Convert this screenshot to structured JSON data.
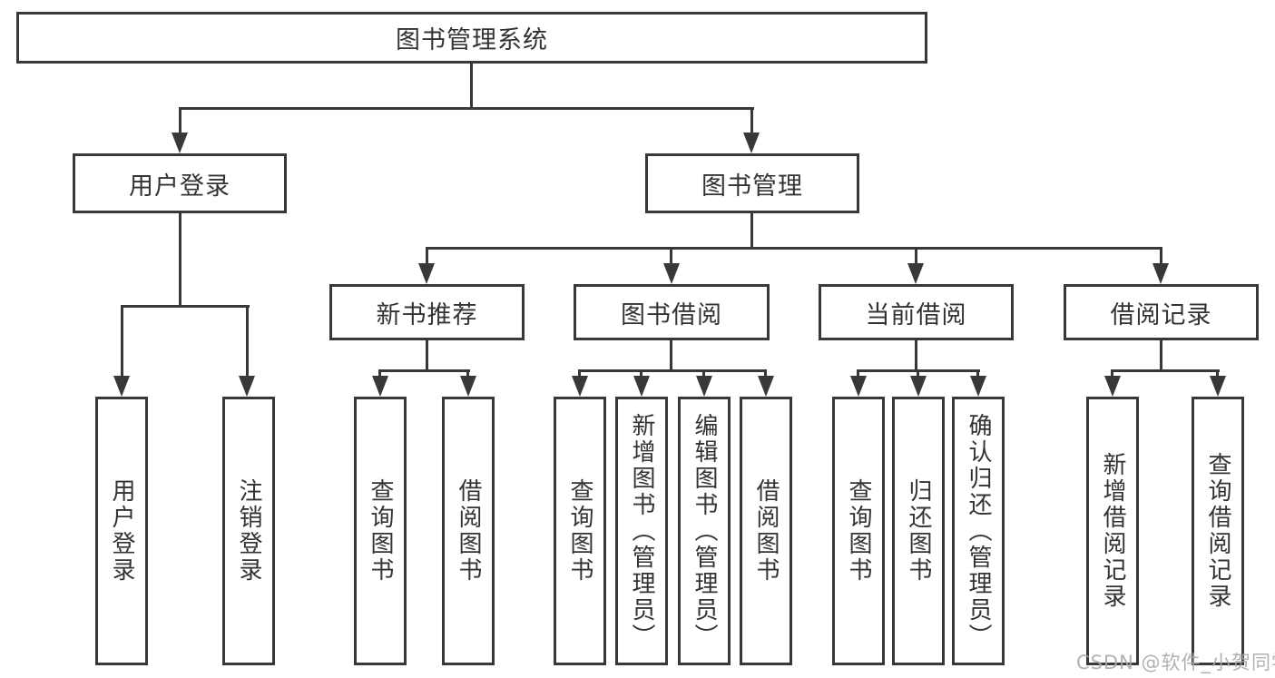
{
  "diagram": {
    "root": {
      "label": "图书管理系统"
    },
    "level2": {
      "user_login": {
        "label": "用户登录"
      },
      "book_mgmt": {
        "label": "图书管理"
      }
    },
    "level3": {
      "new_books": {
        "label": "新书推荐"
      },
      "book_borrow": {
        "label": "图书借阅"
      },
      "current_borrow": {
        "label": "当前借阅"
      },
      "borrow_records": {
        "label": "借阅记录"
      }
    },
    "leaves": {
      "user_login": {
        "label": "用户登录"
      },
      "logout": {
        "label": "注销登录"
      },
      "query_books_a": {
        "label": "查询图书"
      },
      "borrow_books_a": {
        "label": "借阅图书"
      },
      "query_books_b": {
        "label": "查询图书"
      },
      "add_book_admin": {
        "label": "新增图书（管理员）"
      },
      "edit_book_admin": {
        "label": "编辑图书（管理员）"
      },
      "borrow_books_b": {
        "label": "借阅图书"
      },
      "query_books_c": {
        "label": "查询图书"
      },
      "return_book": {
        "label": "归还图书"
      },
      "confirm_return_admin": {
        "label": "确认归还（管理员）"
      },
      "add_borrow_record": {
        "label": "新增借阅记录"
      },
      "query_borrow_record": {
        "label": "查询借阅记录"
      }
    },
    "watermark": "CSDN @软件_小贺同学",
    "colors": {
      "line": "#383838",
      "text": "#333333",
      "box_background": "#ffffff",
      "watermark": "#a8a8a8"
    }
  }
}
